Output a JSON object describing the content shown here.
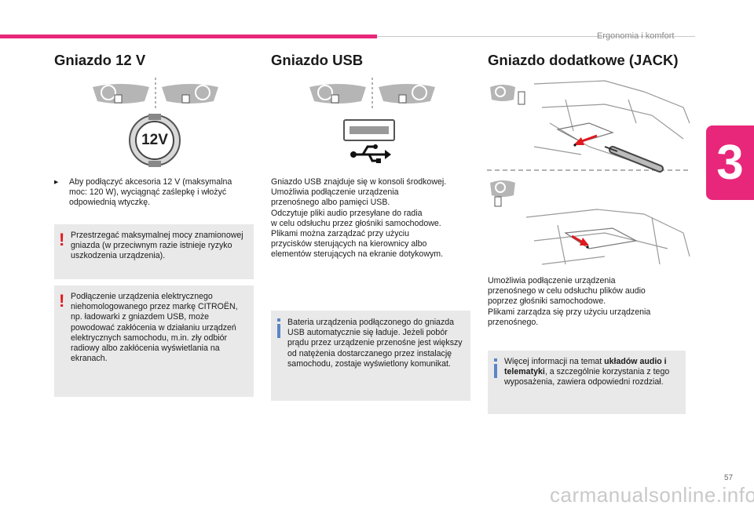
{
  "header": {
    "title": "Ergonomia i komfort",
    "chapter": "3"
  },
  "colors": {
    "accent": "#e8277a",
    "warning": "#e0191e",
    "info": "#5a86c8",
    "box_bg": "#e9e9e9"
  },
  "col1": {
    "title": "Gniazdo 12 V",
    "socket_label": "12V",
    "instruction": "Aby podłączyć akcesoria 12 V (maksymalna moc: 120 W), wyciągnąć zaślepkę i włożyć odpowiednią wtyczkę.",
    "warning1": "Przestrzegać maksymalnej mocy znamionowej gniazda (w przeciwnym razie istnieje ryzyko uszkodzenia urządzenia).",
    "warning2": "Podłączenie urządzenia elektrycznego niehomologowanego przez markę CITROËN, np. ładowarki z gniazdem USB, może powodować zakłócenia w działaniu urządzeń elektrycznych samochodu, m.in. zły odbiór radiowy albo zakłócenia wyświetlania na ekranach."
  },
  "col2": {
    "title": "Gniazdo USB",
    "para_lines": [
      "Gniazdo USB znajduje się w konsoli środkowej.",
      "Umożliwia podłączenie urządzenia",
      "przenośnego albo pamięci USB.",
      "Odczytuje pliki audio przesyłane do radia",
      "w celu odsłuchu przez głośniki samochodowe.",
      "Plikami można zarządzać przy użyciu",
      "przycisków sterujących na kierownicy albo",
      "elementów sterujących na ekranie dotykowym."
    ],
    "info": "Bateria urządzenia podłączonego do gniazda USB automatycznie się ładuje. Jeżeli pobór prądu przez urządzenie przenośne jest większy od natężenia dostarczanego przez instalację samochodu, zostaje wyświetlony komunikat."
  },
  "col3": {
    "title": "Gniazdo dodatkowe (JACK)",
    "para_lines": [
      "Umożliwia podłączenie urządzenia",
      "przenośnego w celu odsłuchu plików audio",
      "poprzez głośniki samochodowe.",
      "Plikami zarządza się przy użyciu urządzenia",
      "przenośnego."
    ],
    "info_prefix": "Więcej informacji na temat ",
    "info_bold": "układów audio i telematyki",
    "info_suffix": ", a szczególnie korzystania z tego wyposażenia, zawiera odpowiedni rozdział."
  },
  "footer": {
    "page_number": "57",
    "watermark": "carmanualsonline.info"
  }
}
